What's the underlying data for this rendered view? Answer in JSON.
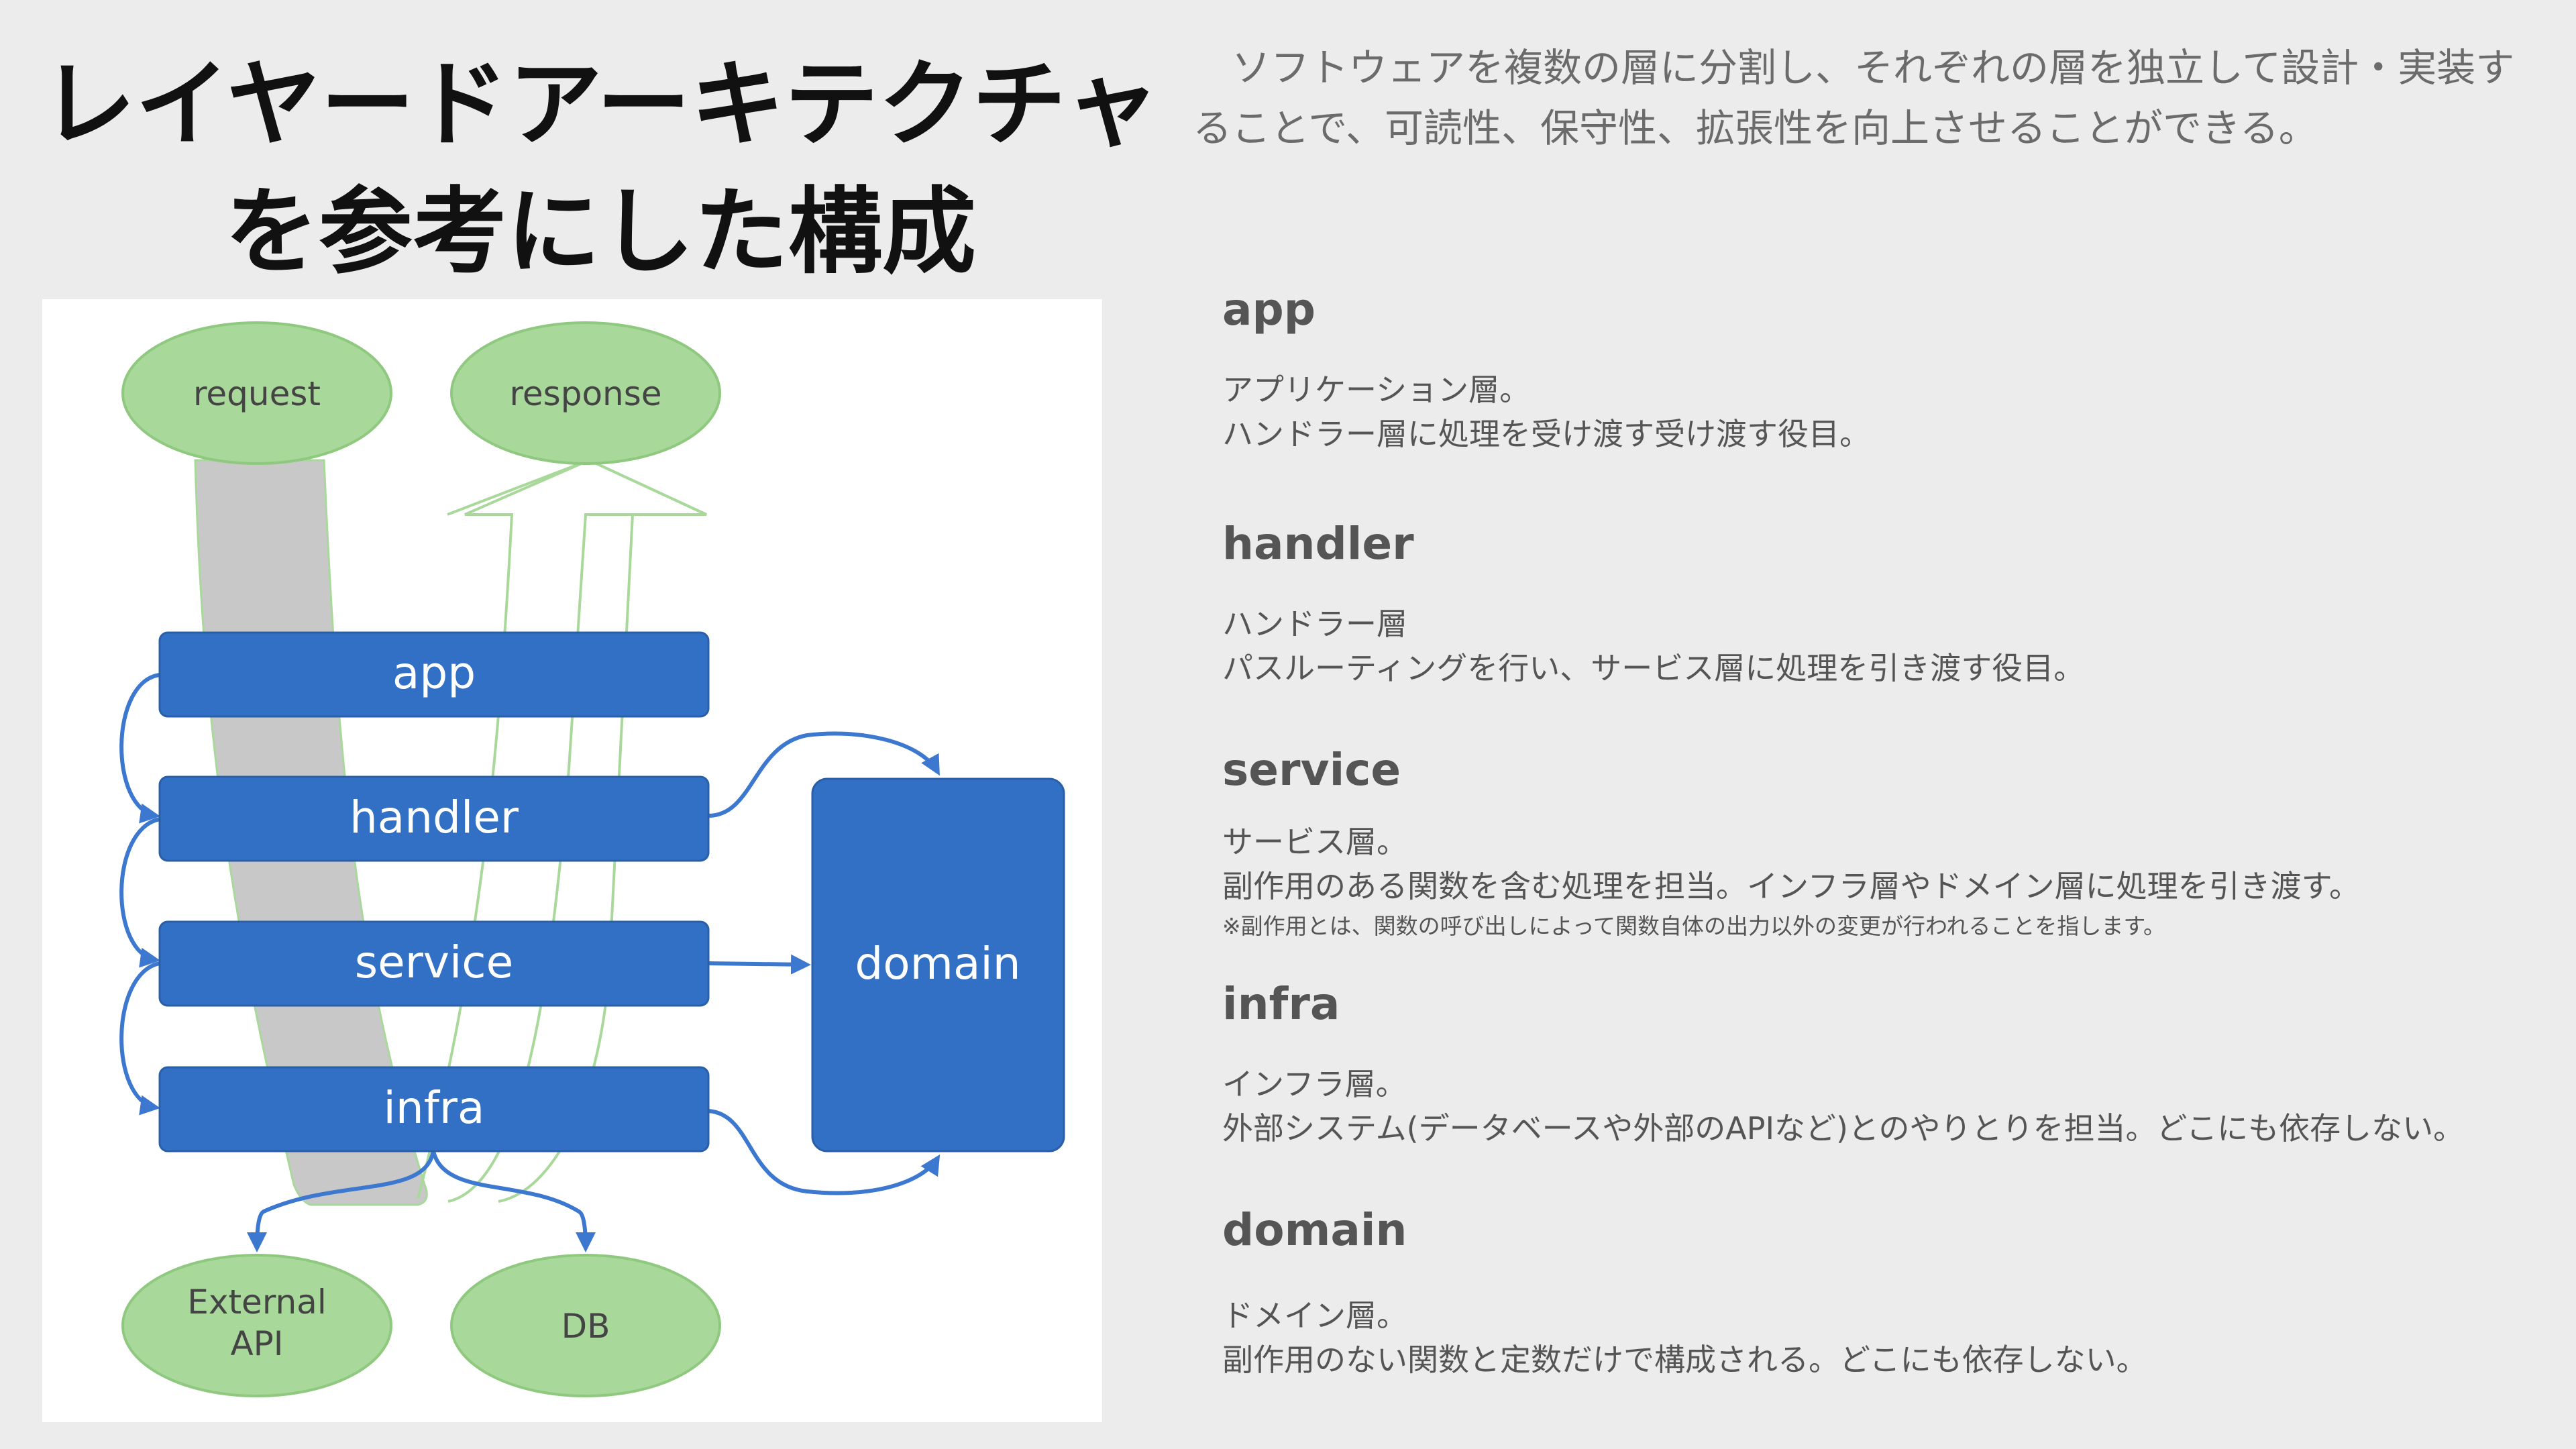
{
  "title": {
    "line1": "レイヤードアーキテクチャ",
    "line2": "を参考にした構成"
  },
  "intro": "　ソフトウェアを複数の層に分割し、それぞれの層を独立して設計・実装することで、可読性、保守性、拡張性を向上させることができる。",
  "diagram": {
    "nodes": {
      "request": "request",
      "response": "response",
      "external_api_line1": "External",
      "external_api_line2": "API",
      "db": "DB"
    },
    "layers": {
      "app": "app",
      "handler": "handler",
      "service": "service",
      "infra": "infra",
      "domain": "domain"
    },
    "colors": {
      "layer_fill": "#3170c4",
      "node_fill": "#a8d89a",
      "node_stroke": "#8fc97f",
      "request_flow": "#c8c8c8",
      "arrow": "#3c78d0"
    }
  },
  "layers": [
    {
      "heading": "app",
      "lines": [
        "アプリケーション層。",
        "ハンドラー層に処理を受け渡す受け渡す役目。"
      ]
    },
    {
      "heading": "handler",
      "lines": [
        "ハンドラー層",
        "パスルーティングを行い、サービス層に処理を引き渡す役目。"
      ]
    },
    {
      "heading": "service",
      "lines": [
        "サービス層。",
        "副作用のある関数を含む処理を担当。インフラ層やドメイン層に処理を引き渡す。"
      ],
      "note": "※副作用とは、関数の呼び出しによって関数自体の出力以外の変更が行われることを指します。"
    },
    {
      "heading": "infra",
      "lines": [
        "インフラ層。",
        "外部システム(データベースや外部のAPIなど)とのやりとりを担当。どこにも依存しない。"
      ]
    },
    {
      "heading": "domain",
      "lines": [
        "ドメイン層。",
        " 副作用のない関数と定数だけで構成される。どこにも依存しない。"
      ]
    }
  ]
}
